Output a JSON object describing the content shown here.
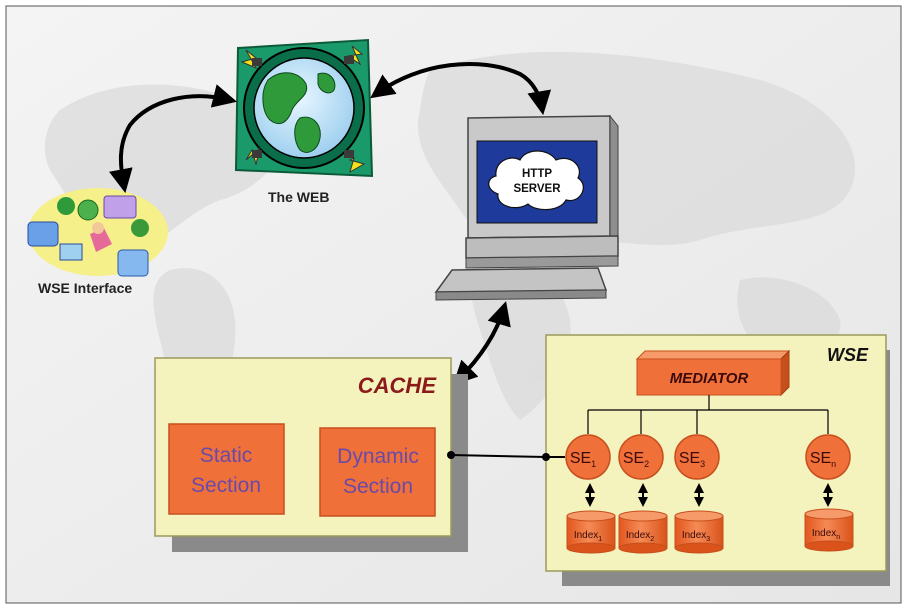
{
  "labels": {
    "web": "The WEB",
    "wse_interface": "WSE Interface",
    "http_server": [
      "HTTP",
      "SERVER"
    ],
    "cache_title": "CACHE",
    "static_section": [
      "Static",
      "Section"
    ],
    "dynamic_section": [
      "Dynamic",
      "Section"
    ],
    "wse_title": "WSE",
    "mediator": "MEDIATOR"
  },
  "search_engines": [
    {
      "base": "SE",
      "sub": "1",
      "index_base": "Index",
      "index_sub": "1"
    },
    {
      "base": "SE",
      "sub": "2",
      "index_base": "Index",
      "index_sub": "2"
    },
    {
      "base": "SE",
      "sub": "3",
      "index_base": "Index",
      "index_sub": "3"
    },
    {
      "base": "SE",
      "sub": "n",
      "index_base": "Index",
      "index_sub": "n"
    }
  ],
  "colors": {
    "panel": "#f4f2bd",
    "panel_border": "#9a9a5a",
    "shadow": "#8a8a8a",
    "orange": "#f0703a",
    "orange_dark": "#c74f1c",
    "purple": "#6a4aa8",
    "title_red": "#8b1a1a",
    "screen_blue": "#1e3a9a",
    "monitor_gray": "#c9c9c9",
    "background": "#f0f0f0"
  }
}
